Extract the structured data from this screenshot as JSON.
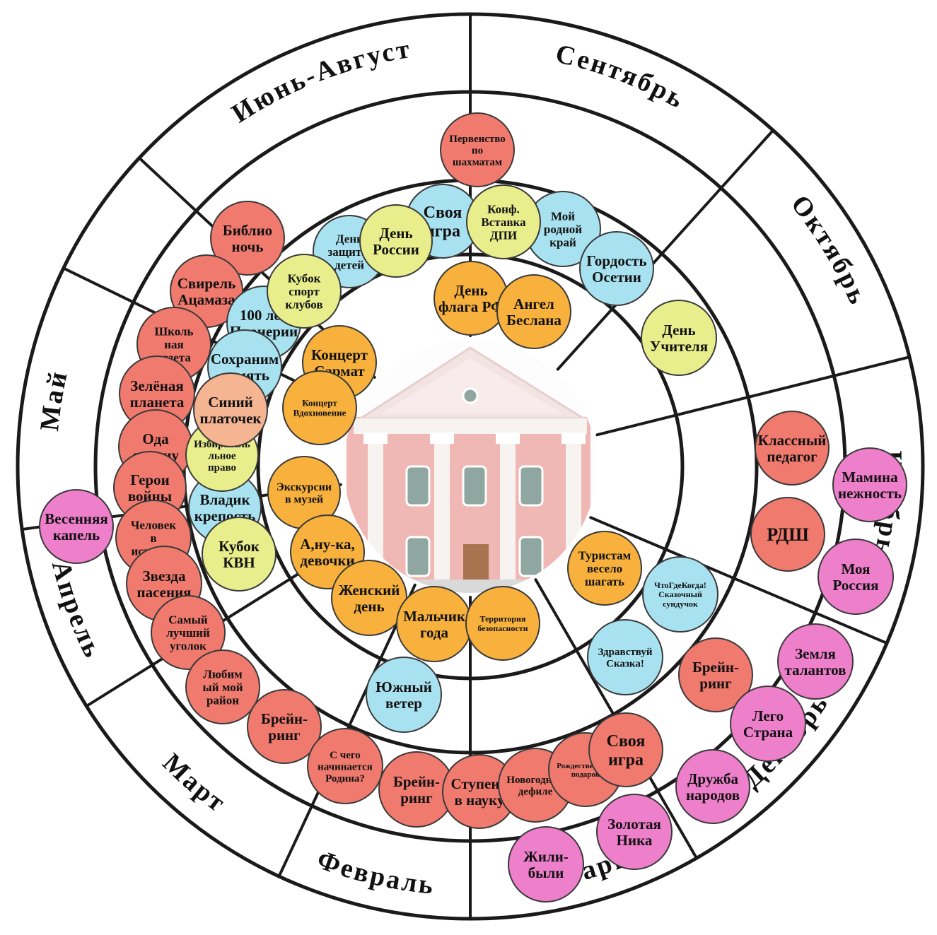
{
  "colors": {
    "background": "#ffffff",
    "line": "#1a1a1a",
    "red": "#f07a6e",
    "cyan": "#a8e2f0",
    "yellow": "#e9ee8c",
    "orange": "#f7b13c",
    "pink": "#ee7fcb",
    "peach": "#f5b592",
    "building_wall": "#efb8b4",
    "building_trim": "#f7f3f0",
    "building_roof": "#f2e4e2",
    "window_glass": "#8fa7a0",
    "door": "#a87450"
  },
  "months": [
    {
      "name": "Июнь-Август"
    },
    {
      "name": "Сентябрь"
    },
    {
      "name": "Октябрь"
    },
    {
      "name": "Ноябрь"
    },
    {
      "name": "Декабрь"
    },
    {
      "name": "Январь"
    },
    {
      "name": "Февраль"
    },
    {
      "name": "Март"
    },
    {
      "name": "Апрель"
    },
    {
      "name": "Май"
    }
  ],
  "center_image": {
    "icon": "school-building-photo"
  },
  "events": [
    {
      "lines": [
        "Первенство",
        "по",
        "шахматам"
      ],
      "color": "red"
    },
    {
      "lines": [
        "Библио",
        "ночь"
      ],
      "color": "red"
    },
    {
      "lines": [
        "Свирель",
        "Ацамаза"
      ],
      "color": "red"
    },
    {
      "lines": [
        "Школь",
        "ная",
        "газета"
      ],
      "color": "red"
    },
    {
      "lines": [
        "Зелёная",
        "планета"
      ],
      "color": "red"
    },
    {
      "lines": [
        "Ода",
        "солнцу"
      ],
      "color": "red"
    },
    {
      "lines": [
        "Герои",
        "войны"
      ],
      "color": "red"
    },
    {
      "lines": [
        "Человек",
        "в",
        "истории"
      ],
      "color": "red"
    },
    {
      "lines": [
        "Звезда",
        "пасения"
      ],
      "color": "red"
    },
    {
      "lines": [
        "Самый",
        "лучший",
        "уголок"
      ],
      "color": "red"
    },
    {
      "lines": [
        "Любим",
        "ый мой",
        "район"
      ],
      "color": "red"
    },
    {
      "lines": [
        "Брейн-",
        "ринг"
      ],
      "color": "red"
    },
    {
      "lines": [
        "С чего",
        "начинается",
        "Родина?"
      ],
      "color": "red"
    },
    {
      "lines": [
        "Брейн-",
        "ринг"
      ],
      "color": "red"
    },
    {
      "lines": [
        "Ступени",
        "в науку"
      ],
      "color": "red"
    },
    {
      "lines": [
        "Новогодний",
        "дефиле"
      ],
      "color": "red"
    },
    {
      "lines": [
        "Рождественский",
        "подарок"
      ],
      "color": "red"
    },
    {
      "lines": [
        "Своя",
        "игра"
      ],
      "color": "red"
    },
    {
      "lines": [
        "Брейн-",
        "ринг"
      ],
      "color": "red"
    },
    {
      "lines": [
        "Классный",
        "педагог"
      ],
      "color": "red"
    },
    {
      "lines": [
        "РДШ"
      ],
      "color": "red"
    },
    {
      "lines": [
        "День",
        "защиты",
        "детей"
      ],
      "color": "cyan"
    },
    {
      "lines": [
        "Своя",
        "игра"
      ],
      "color": "cyan"
    },
    {
      "lines": [
        "Мой",
        "родной",
        "край"
      ],
      "color": "cyan"
    },
    {
      "lines": [
        "Гордость",
        "Осетии"
      ],
      "color": "cyan"
    },
    {
      "lines": [
        "100 лет",
        "Пионерии"
      ],
      "color": "cyan"
    },
    {
      "lines": [
        "Сохраним",
        "память"
      ],
      "color": "cyan"
    },
    {
      "lines": [
        "Владик",
        "крепость"
      ],
      "color": "cyan"
    },
    {
      "lines": [
        "Южный",
        "ветер"
      ],
      "color": "cyan"
    },
    {
      "lines": [
        "ЧтоГдеКогда!",
        "Сказочный",
        "сундучок"
      ],
      "color": "cyan"
    },
    {
      "lines": [
        "Здравствуй",
        "Сказка!"
      ],
      "color": "cyan"
    },
    {
      "lines": [
        "День",
        "России"
      ],
      "color": "yellow"
    },
    {
      "lines": [
        "Конф.",
        "Вставка",
        "ДПИ"
      ],
      "color": "yellow"
    },
    {
      "lines": [
        "Кубок",
        "спорт",
        "клубов"
      ],
      "color": "yellow"
    },
    {
      "lines": [
        "Избиратель",
        "льное",
        "право"
      ],
      "color": "yellow"
    },
    {
      "lines": [
        "Кубок",
        "КВН"
      ],
      "color": "yellow"
    },
    {
      "lines": [
        "День",
        "Учителя"
      ],
      "color": "yellow"
    },
    {
      "lines": [
        "Синий",
        "платочек"
      ],
      "color": "peach"
    },
    {
      "lines": [
        "День",
        "флага РФ"
      ],
      "color": "orange"
    },
    {
      "lines": [
        "Ангел",
        "Беслана"
      ],
      "color": "orange"
    },
    {
      "lines": [
        "Концерт",
        "Сармат"
      ],
      "color": "orange"
    },
    {
      "lines": [
        "Концерт",
        "Вдохновение"
      ],
      "color": "orange"
    },
    {
      "lines": [
        "Экскурсии",
        "в музей"
      ],
      "color": "orange"
    },
    {
      "lines": [
        "А,ну-ка,",
        "девочки"
      ],
      "color": "orange"
    },
    {
      "lines": [
        "Женский",
        "день"
      ],
      "color": "orange"
    },
    {
      "lines": [
        "Мальчик",
        "года"
      ],
      "color": "orange"
    },
    {
      "lines": [
        "Территория",
        "безопасности"
      ],
      "color": "orange"
    },
    {
      "lines": [
        "Туристам",
        "весело",
        "шагать"
      ],
      "color": "orange"
    },
    {
      "lines": [
        "Весенняя",
        "капель"
      ],
      "color": "pink"
    },
    {
      "lines": [
        "Мамина",
        "нежность"
      ],
      "color": "pink"
    },
    {
      "lines": [
        "Моя",
        "Россия"
      ],
      "color": "pink"
    },
    {
      "lines": [
        "Земля",
        "талантов"
      ],
      "color": "pink"
    },
    {
      "lines": [
        "Лего",
        "Страна"
      ],
      "color": "pink"
    },
    {
      "lines": [
        "Дружба",
        "народов"
      ],
      "color": "pink"
    },
    {
      "lines": [
        "Золотая",
        "Ника"
      ],
      "color": "pink"
    },
    {
      "lines": [
        "Жили-",
        "были"
      ],
      "color": "pink"
    }
  ]
}
